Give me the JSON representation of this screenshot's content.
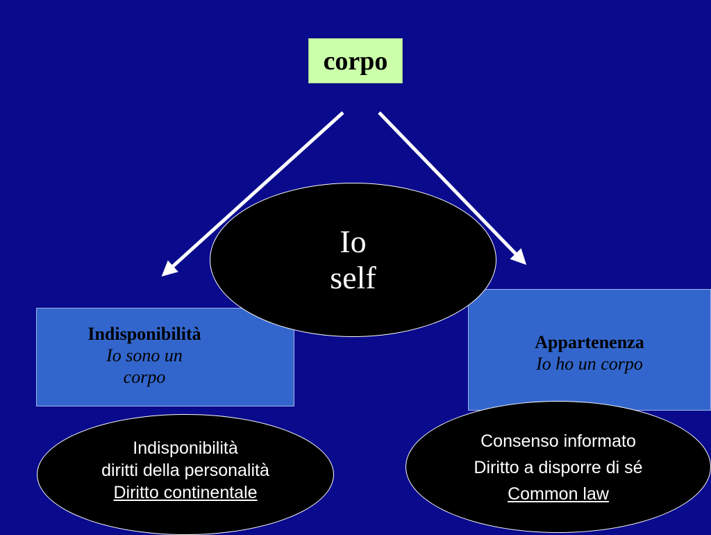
{
  "top_box": {
    "label": "corpo"
  },
  "self": {
    "line1": "Io",
    "line2": "self"
  },
  "left_box": {
    "title": "Indisponibilità",
    "subtitle_line1": "Io sono un",
    "subtitle_line2": "corpo"
  },
  "right_box": {
    "title": "Appartenenza",
    "subtitle": "Io ho un corpo"
  },
  "left_ellipse": {
    "line1": "Indisponibilità",
    "line2": "diritti della personalità",
    "line3": "Diritto continentale"
  },
  "right_ellipse": {
    "line1": "Consenso informato",
    "line2": "Diritto a disporre di sé",
    "line3": "Common law"
  },
  "colors": {
    "background": "#0a0a8c",
    "top_box_fill": "#ccffaa",
    "box_fill": "#3366cc",
    "ellipse_fill": "#000000",
    "arrow": "#ffffff"
  }
}
